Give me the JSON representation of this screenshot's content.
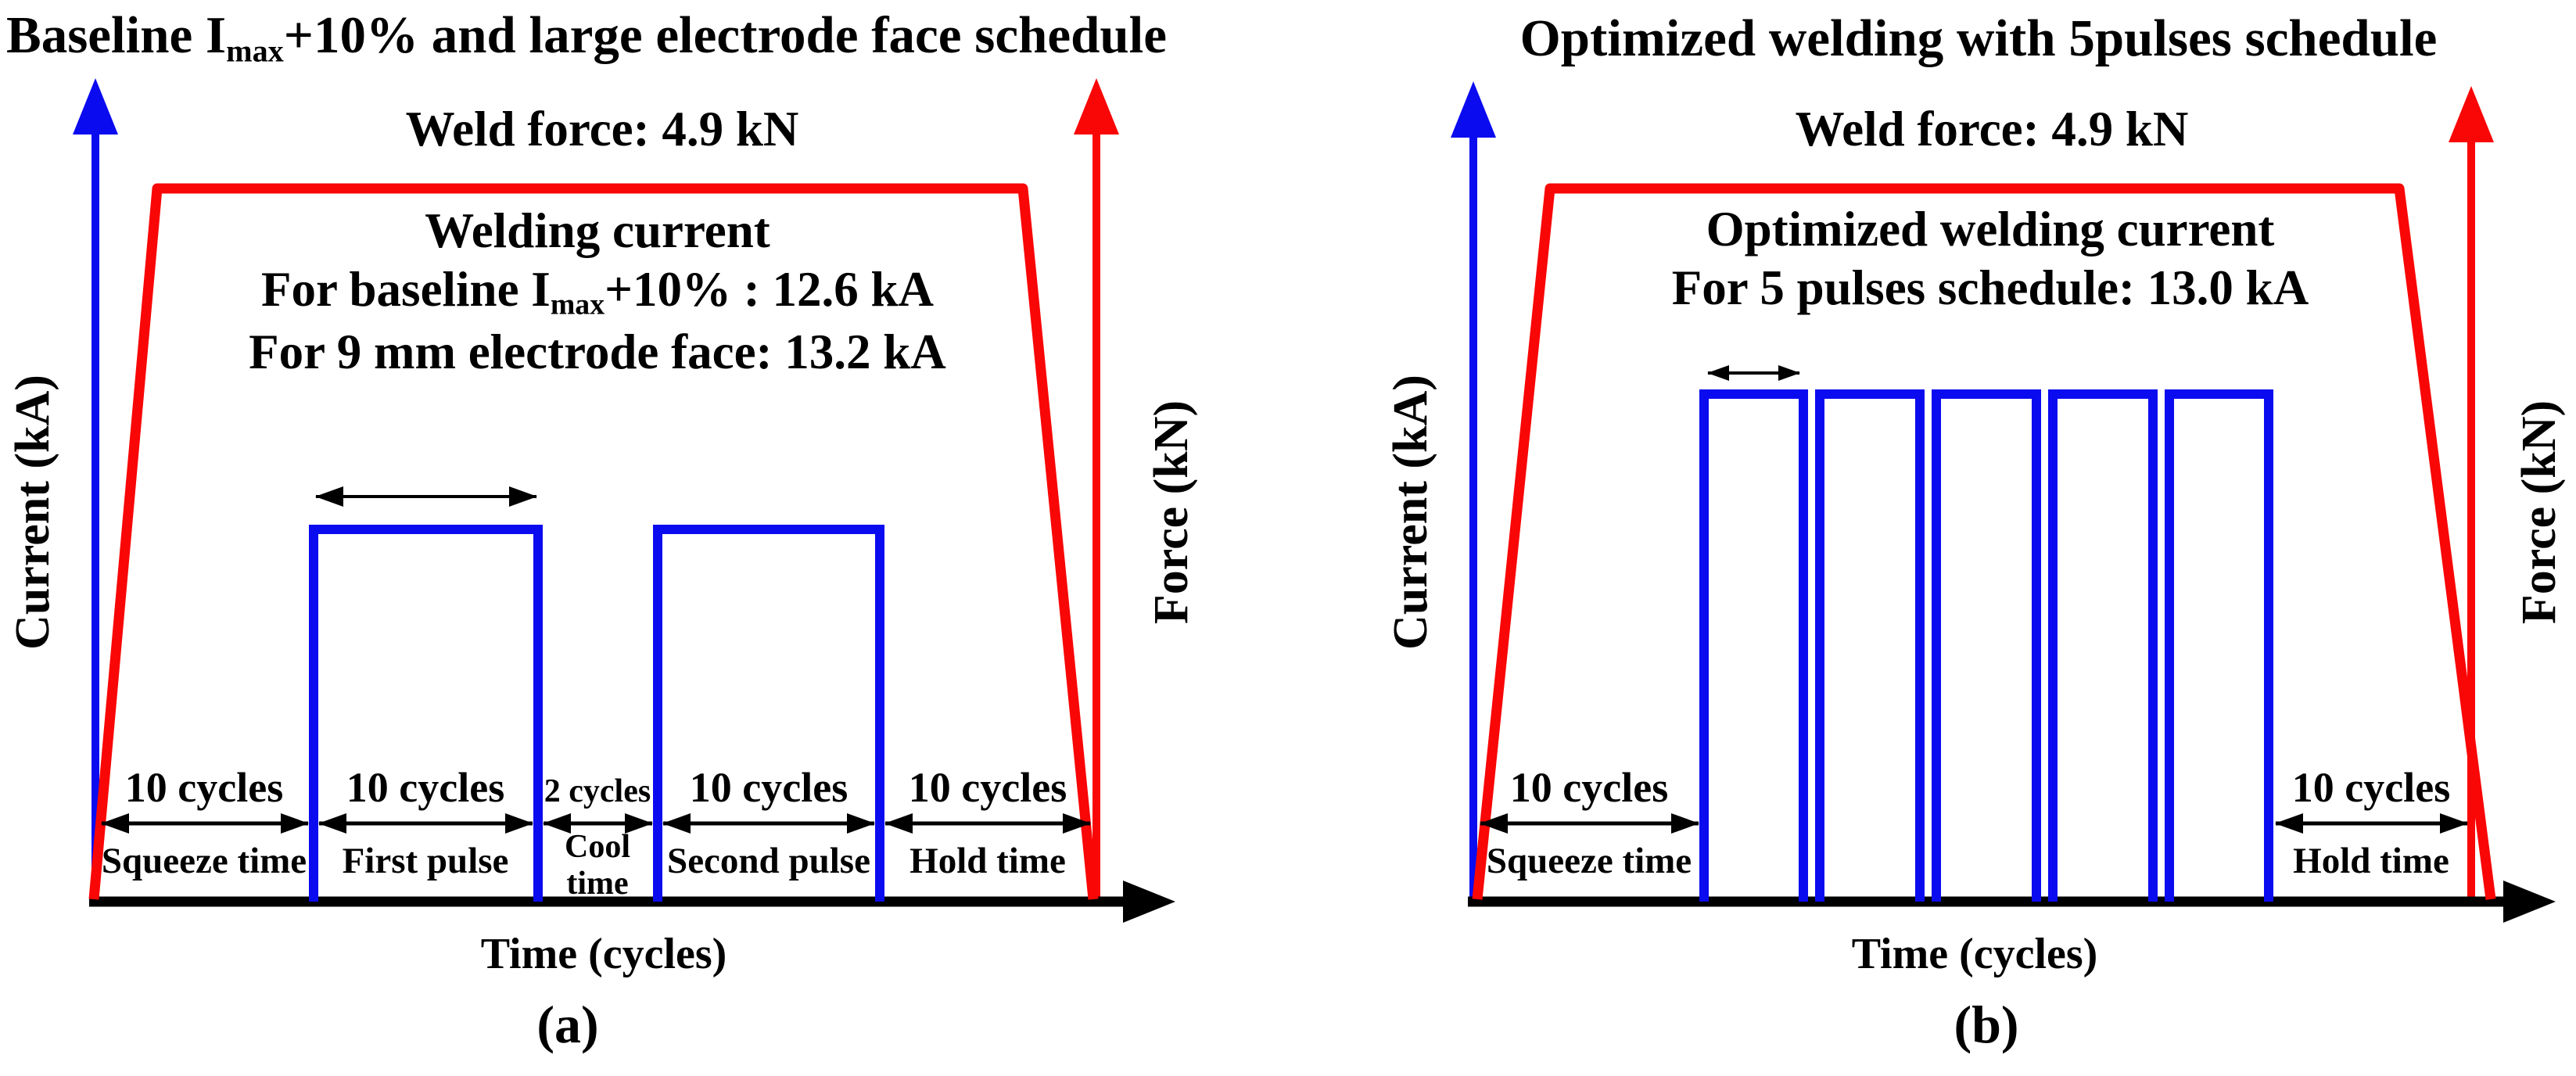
{
  "figure": {
    "colors": {
      "current-blue": "#0b0bf0",
      "force-red": "#f90606",
      "ink": "#000000"
    },
    "panel_a": {
      "title_prefix": "Baseline I",
      "title_sub": "max",
      "title_suffix": "+10% and large electrode face schedule",
      "weld_force": "Weld force: 4.9 kN",
      "current_line1": "Welding current",
      "current_line2_prefix": "For baseline I",
      "current_line2_sub": "max",
      "current_line2_suffix": "+10% : 12.6 kA",
      "current_line3": "For 9 mm electrode face: 13.2 kA",
      "y_axis_left": "Current (kA)",
      "y_axis_right": "Force (kN)",
      "x_axis": "Time (cycles)",
      "caption": "(a)",
      "segments": [
        {
          "duration": "10 cycles",
          "name": "Squeeze time"
        },
        {
          "duration": "10 cycles",
          "name": "First pulse"
        },
        {
          "duration": "2 cycles",
          "name": "Cool time"
        },
        {
          "duration": "10 cycles",
          "name": "Second pulse"
        },
        {
          "duration": "10 cycles",
          "name": "Hold time"
        }
      ]
    },
    "panel_b": {
      "title": "Optimized welding with 5pulses schedule",
      "weld_force": "Weld force: 4.9 kN",
      "current_line1": "Optimized welding current",
      "current_line2": "For 5 pulses schedule: 13.0 kA",
      "y_axis_left": "Current (kA)",
      "y_axis_right": "Force (kN)",
      "x_axis": "Time (cycles)",
      "caption": "(b)",
      "segments": [
        {
          "duration": "10 cycles",
          "name": "Squeeze time"
        },
        {
          "duration": "10 cycles",
          "name": "Hold time"
        }
      ]
    }
  },
  "chart_data": [
    {
      "type": "line",
      "title": "Baseline Imax+10% and large electrode face schedule",
      "xlabel": "Time (cycles)",
      "ylabel_left": "Current (kA)",
      "ylabel_right": "Force (kN)",
      "weld_force_kN": 4.9,
      "welding_current_kA": {
        "baseline_Imax_plus_10pct": 12.6,
        "electrode_face_9mm": 13.2
      },
      "segments_cycles": [
        {
          "name": "Squeeze time",
          "cycles": 10,
          "current_on": false
        },
        {
          "name": "First pulse",
          "cycles": 10,
          "current_on": true
        },
        {
          "name": "Cool time",
          "cycles": 2,
          "current_on": false
        },
        {
          "name": "Second pulse",
          "cycles": 10,
          "current_on": true
        },
        {
          "name": "Hold time",
          "cycles": 10,
          "current_on": false
        }
      ],
      "series": [
        {
          "name": "Force profile",
          "shape": "trapezoid plateau at 4.9 kN spanning full schedule"
        },
        {
          "name": "Current pulses",
          "shape": "2 rectangular pulses"
        }
      ]
    },
    {
      "type": "line",
      "title": "Optimized welding with 5pulses schedule",
      "xlabel": "Time (cycles)",
      "ylabel_left": "Current (kA)",
      "ylabel_right": "Force (kN)",
      "weld_force_kN": 4.9,
      "welding_current_kA": {
        "five_pulses_schedule": 13.0
      },
      "segments_cycles": [
        {
          "name": "Squeeze time",
          "cycles": 10,
          "current_on": false
        },
        {
          "name": "Hold time",
          "cycles": 10,
          "current_on": false
        }
      ],
      "pulse_count": 5,
      "series": [
        {
          "name": "Force profile",
          "shape": "trapezoid plateau at 4.9 kN spanning full schedule"
        },
        {
          "name": "Current pulses",
          "shape": "5 rectangular pulses with short cool gaps"
        }
      ]
    }
  ]
}
